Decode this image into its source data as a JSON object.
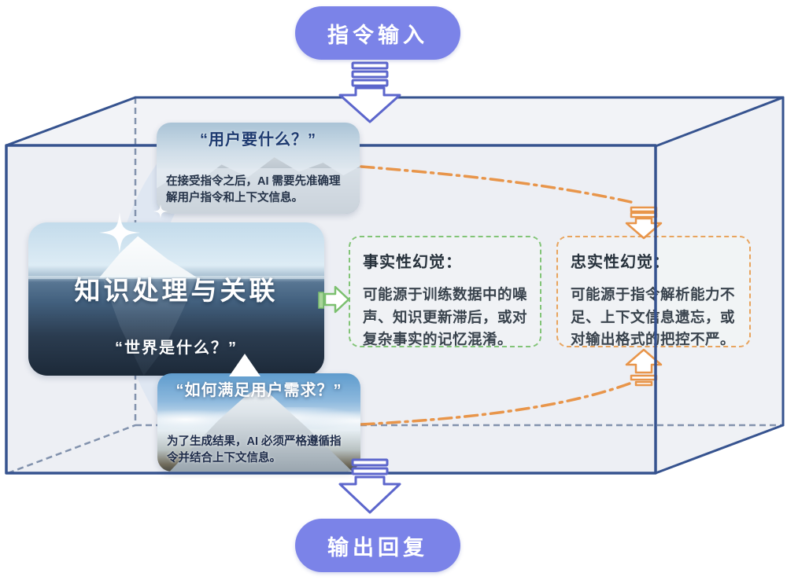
{
  "palette": {
    "pill": "#7b83e8",
    "cube_edge": "#36538f",
    "cube_hidden_edge": "#8292ad",
    "factuality_accent": "#82c477",
    "faithfulness_accent": "#e8a45e",
    "flow_arrow_orange": "#e8954a"
  },
  "flow": {
    "input_pill": "指令输入",
    "output_pill": "输出回复"
  },
  "cards": {
    "intent": {
      "title": "“用户要什么？”",
      "body": "在接受指令之后，AI 需要先准确理解用户指令和上下文信息。"
    },
    "knowledge": {
      "title": "知识处理与关联",
      "subtitle": "“世界是什么？”"
    },
    "generation": {
      "title": "“如何满足用户需求？”",
      "body": "为了生成结果，AI 必须严格遵循指令并结合上下文信息。"
    }
  },
  "callouts": {
    "factuality": {
      "title": "事实性幻觉：",
      "body": "可能源于训练数据中的噪声、知识更新滞后，或对复杂事实的记忆混淆。"
    },
    "faithfulness": {
      "title": "忠实性幻觉：",
      "body": "可能源于指令解析能力不足、上下文信息遗忘，或对输出格式的把控不严。"
    }
  },
  "icons": {
    "input_arrow": "down-block-arrow",
    "output_arrow": "down-block-arrow",
    "factuality_link": "right-block-arrow",
    "faithfulness_link_top": "down-block-arrow",
    "faithfulness_link_bottom": "up-block-arrow",
    "decoration": "sparkle-star"
  }
}
